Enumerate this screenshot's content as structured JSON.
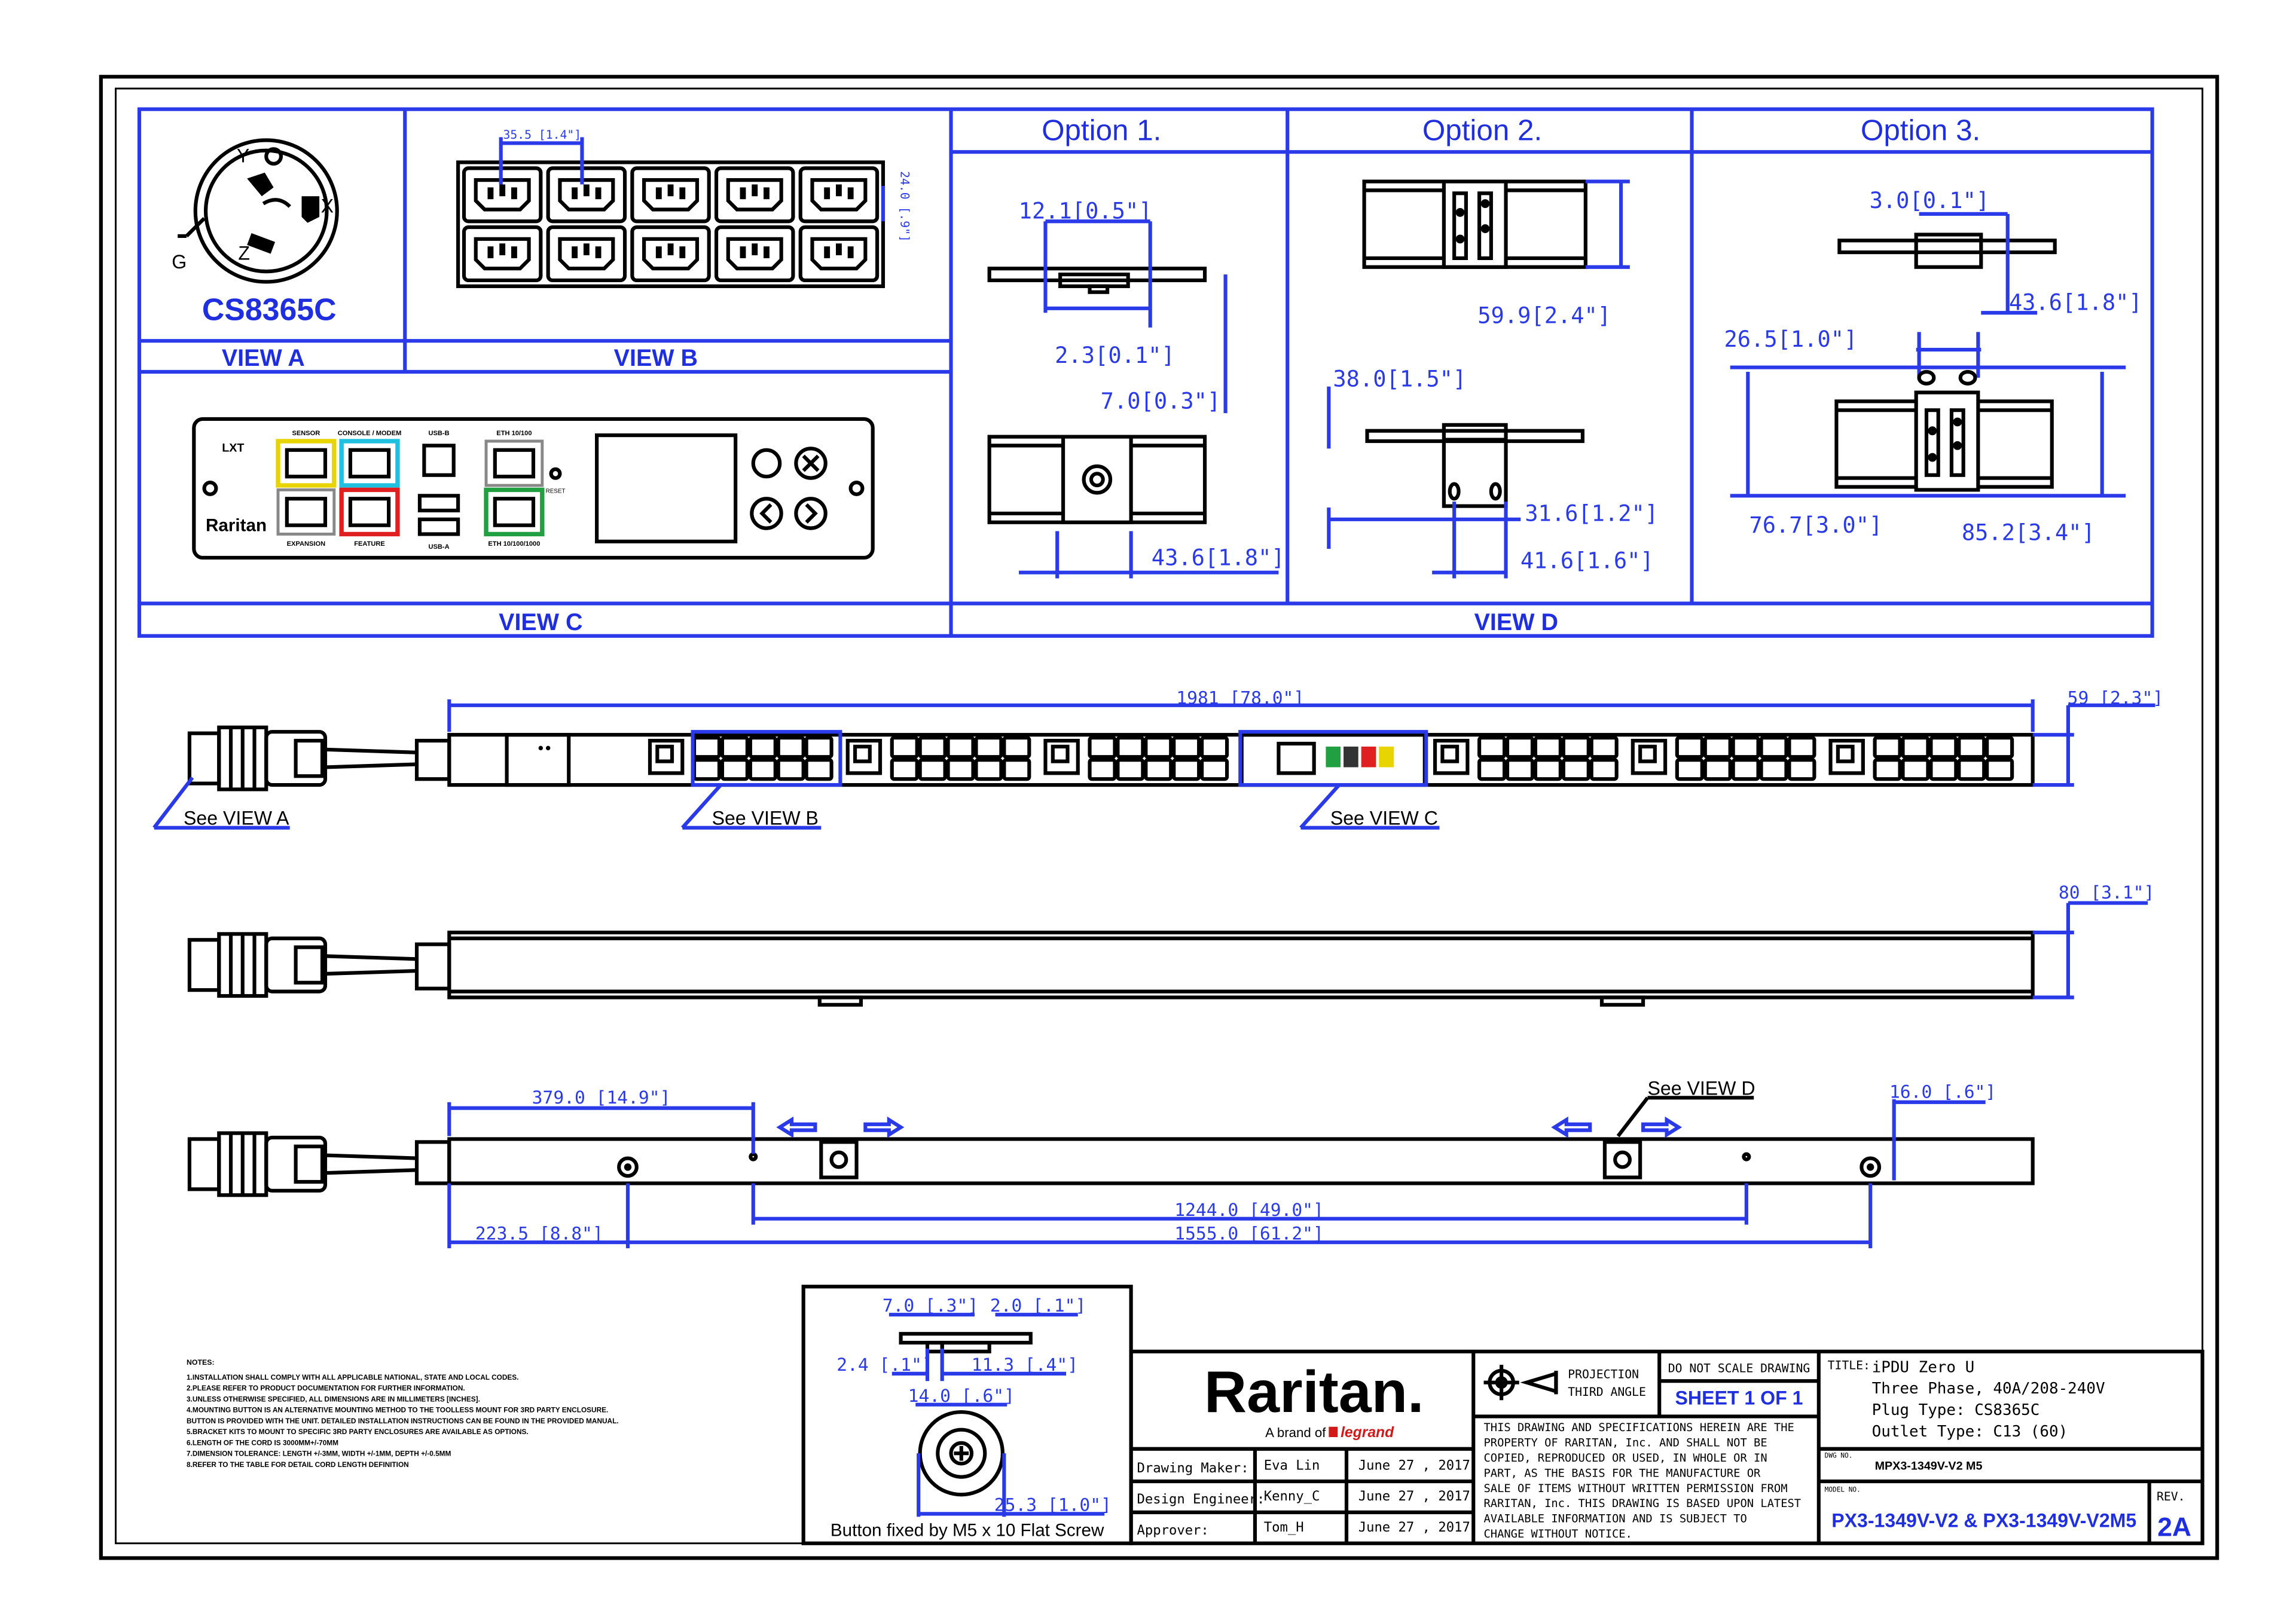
{
  "plug": {
    "model": "CS8365C",
    "pins": {
      "y": "Y",
      "x": "X",
      "z": "Z",
      "g": "G"
    }
  },
  "views": {
    "a": "VIEW A",
    "b": "VIEW B",
    "c": "VIEW C",
    "d": "VIEW D",
    "see_a": "See VIEW A",
    "see_b": "See VIEW B",
    "see_c": "See VIEW C",
    "see_d": "See VIEW D"
  },
  "options": {
    "opt1": "Option 1.",
    "opt2": "Option 2.",
    "opt3": "Option 3."
  },
  "dims": {
    "b_width": "35.5 [1.4\"]",
    "b_height": "24.0 [.9\"]",
    "o1_a": "12.1[0.5\"]",
    "o1_b": "2.3[0.1\"]",
    "o1_c": "7.0[0.3\"]",
    "o1_d": "43.6[1.8\"]",
    "o2_a": "59.9[2.4\"]",
    "o2_b": "38.0[1.5\"]",
    "o2_c": "31.6[1.2\"]",
    "o2_d": "41.6[1.6\"]",
    "o3_a": "3.0[0.1\"]",
    "o3_b": "43.6[1.8\"]",
    "o3_c": "26.5[1.0\"]",
    "o3_d": "76.7[3.0\"]",
    "o3_e": "85.2[3.4\"]",
    "len_total": "1981 [78.0\"]",
    "depth": "59 [2.3\"]",
    "width": "80 [3.1\"]",
    "m_379": "379.0 [14.9\"]",
    "m_16": "16.0 [.6\"]",
    "m_1244": "1244.0 [49.0\"]",
    "m_1555": "1555.0 [61.2\"]",
    "m_223": "223.5 [8.8\"]",
    "btn_7": "7.0 [.3\"]",
    "btn_2": "2.0 [.1\"]",
    "btn_24": "2.4 [.1\"]",
    "btn_113": "11.3 [.4\"]",
    "btn_14": "14.0 [.6\"]",
    "btn_253": "25.3 [1.0\"]"
  },
  "controller": {
    "brand": "Raritan",
    "logo": "LXT",
    "ports": {
      "sensor": "SENSOR",
      "console": "CONSOLE / MODEM",
      "usb_b": "USB-B",
      "eth1": "ETH 10/100",
      "expansion": "EXPANSION",
      "feature": "FEATURE",
      "usb_a": "USB-A",
      "eth2": "ETH 10/100/1000",
      "reset": "RESET"
    }
  },
  "button_note": "Button fixed by M5 x 10 Flat Screw",
  "notes": {
    "header": "NOTES:",
    "items": [
      "1.INSTALLATION SHALL COMPLY WITH ALL APPLICABLE NATIONAL, STATE AND LOCAL CODES.",
      "2.PLEASE REFER TO PRODUCT DOCUMENTATION FOR FURTHER INFORMATION.",
      "3.UNLESS OTHERWISE SPECIFIED, ALL DIMENSIONS ARE IN MILLIMETERS [INCHES].",
      "4.MOUNTING BUTTON IS AN ALTERNATIVE MOUNTING METHOD TO THE TOOLLESS MOUNT FOR 3RD PARTY ENCLOSURE.",
      "  BUTTON IS PROVIDED WITH THE UNIT. DETAILED INSTALLATION INSTRUCTIONS CAN BE FOUND IN THE PROVIDED MANUAL.",
      "5.BRACKET KITS TO MOUNT TO SPECIFIC 3RD PARTY ENCLOSURES ARE AVAILABLE AS OPTIONS.",
      "6.LENGTH OF THE CORD IS 3000MM+/-70MM",
      "7.DIMENSION TOLERANCE: LENGTH +/-3MM, WIDTH +/-1MM, DEPTH +/-0.5MM",
      "8.REFER TO THE TABLE FOR DETAIL CORD LENGTH DEFINITION"
    ]
  },
  "title_block": {
    "brand": "Raritan.",
    "tagline": "A brand of",
    "partner": "legrand",
    "projection_label": "PROJECTION",
    "projection_type": "THIRD ANGLE",
    "do_not_scale": "DO NOT SCALE DRAWING",
    "sheet": "SHEET 1 OF 1",
    "legal": [
      "THIS DRAWING AND SPECIFICATIONS HEREIN ARE THE",
      "PROPERTY OF RARITAN, Inc. AND SHALL NOT BE",
      "COPIED, REPRODUCED OR USED, IN WHOLE OR IN",
      "PART, AS THE BASIS FOR THE MANUFACTURE OR",
      "SALE OF ITEMS WITHOUT WRITTEN PERMISSION FROM",
      "RARITAN, Inc. THIS DRAWING IS BASED UPON LATEST",
      "AVAILABLE INFORMATION AND IS SUBJECT TO",
      "CHANGE WITHOUT NOTICE."
    ],
    "rows": [
      {
        "role": "Drawing Maker:",
        "name": "Eva Lin",
        "date": "June 27 , 2017"
      },
      {
        "role": "Design Engineer:",
        "name": "Kenny_C",
        "date": "June 27 , 2017"
      },
      {
        "role": "Approver:",
        "name": "Tom_H",
        "date": "June 27 , 2017"
      }
    ],
    "title_label": "TITLE:",
    "title_lines": [
      "iPDU Zero U",
      "Three Phase, 40A/208-240V",
      "Plug Type: CS8365C",
      "Outlet Type: C13 (60)"
    ],
    "dwg_label": "DWG NO.",
    "dwg_no": "MPX3-1349V-V2 M5",
    "model_label": "MODEL NO.",
    "model": "PX3-1349V-V2 & PX3-1349V-V2M5",
    "rev_label": "REV.",
    "rev": "2A"
  }
}
